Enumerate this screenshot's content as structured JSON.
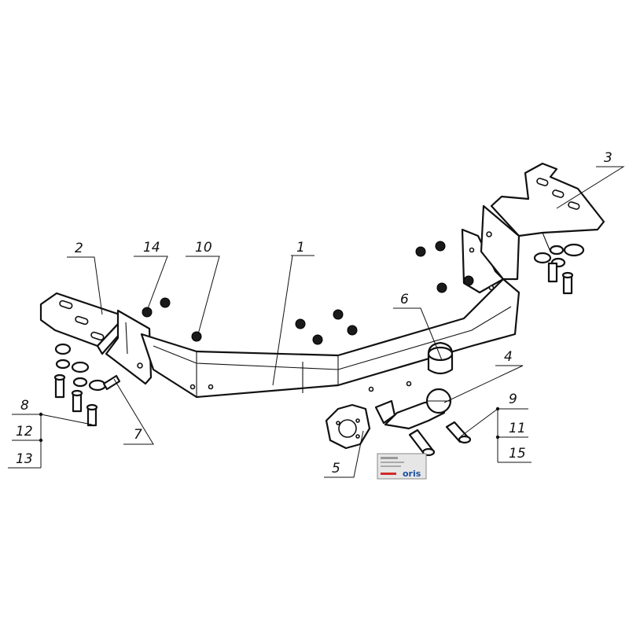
{
  "diagram": {
    "callouts": [
      {
        "id": "1",
        "label": "1"
      },
      {
        "id": "2",
        "label": "2"
      },
      {
        "id": "3",
        "label": "3"
      },
      {
        "id": "4",
        "label": "4"
      },
      {
        "id": "5",
        "label": "5"
      },
      {
        "id": "6",
        "label": "6"
      },
      {
        "id": "7",
        "label": "7"
      },
      {
        "id": "8",
        "label": "8"
      },
      {
        "id": "9",
        "label": "9"
      },
      {
        "id": "10",
        "label": "10"
      },
      {
        "id": "11",
        "label": "11"
      },
      {
        "id": "12",
        "label": "12"
      },
      {
        "id": "13",
        "label": "13"
      },
      {
        "id": "14",
        "label": "14"
      },
      {
        "id": "15",
        "label": "15"
      }
    ],
    "nameplate": {
      "brand": "oris",
      "brand_color": "#1a4fa0",
      "accent_color": "#d22a2a"
    }
  }
}
